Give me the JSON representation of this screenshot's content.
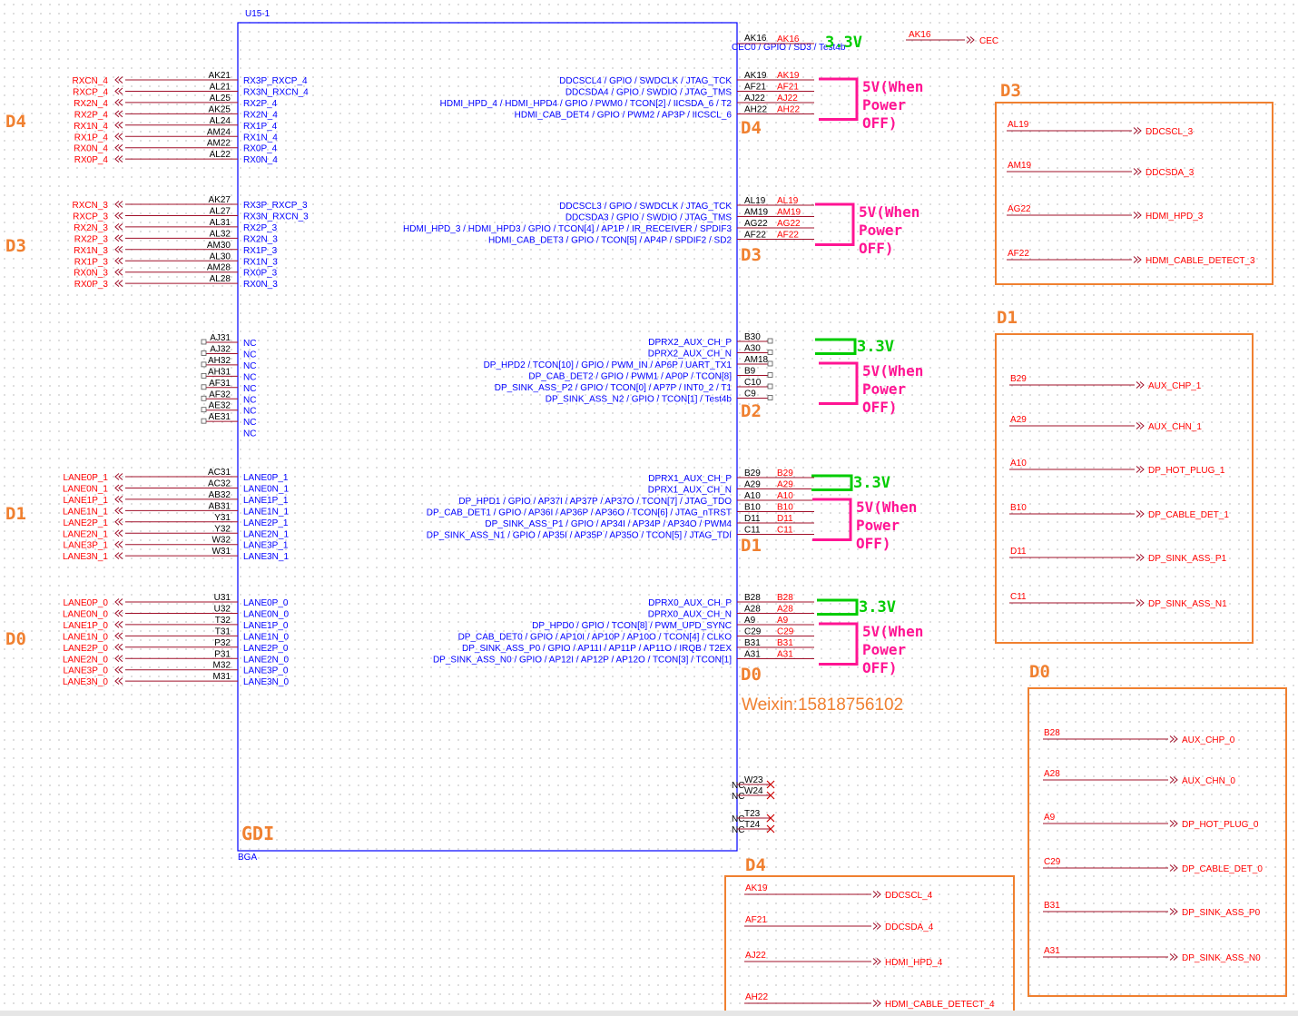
{
  "chip": {
    "designator": "U15-1",
    "package": "BGA",
    "manufacturer": "GDI",
    "watermark": "Weixin:15818756102"
  },
  "colors": {
    "wire": "#a0102a",
    "net": "#ff0000",
    "body": "#0000ff",
    "pin_name": "#0000ff",
    "section": "#f08030",
    "voltage_3v3": "#00cc00",
    "voltage_5v": "#ff1493",
    "port_text": "#ff0000",
    "nc_marker": "#cc0000"
  },
  "blocks": [
    {
      "section": "D4",
      "left_pins": [
        {
          "pin": "AK21",
          "name": "RX3P_RXCP_4",
          "net": "RXCN_4"
        },
        {
          "pin": "AL21",
          "name": "RX3N_RXCN_4",
          "net": "RXCP_4"
        },
        {
          "pin": "AL25",
          "name": "RX2P_4",
          "net": "RX2N_4"
        },
        {
          "pin": "AK25",
          "name": "RX2N_4",
          "net": "RX2P_4"
        },
        {
          "pin": "AL24",
          "name": "RX1P_4",
          "net": "RX1N_4"
        },
        {
          "pin": "AM24",
          "name": "RX1N_4",
          "net": "RX1P_4"
        },
        {
          "pin": "AM22",
          "name": "RX0P_4",
          "net": "RX0N_4"
        },
        {
          "pin": "AL22",
          "name": "RX0N_4",
          "net": "RX0P_4"
        }
      ],
      "right_pins": [
        {
          "pin": "AK19",
          "name": "DDCSCL4 / GPIO  / SWDCLK / JTAG_TCK",
          "net": "AK19"
        },
        {
          "pin": "AF21",
          "name": "DDCSDA4 / GPIO / SWDIO / JTAG_TMS",
          "net": "AF21"
        },
        {
          "pin": "AJ22",
          "name": "HDMI_HPD_4 / HDMI_HPD4 / GPIO / PWM0 / TCON[2] / IICSDA_6 / T2",
          "net": "AJ22"
        },
        {
          "pin": "AH22",
          "name": "HDMI_CAB_DET4 / GPIO / PWM2 / AP3P / IICSCL_6",
          "net": "AH22"
        }
      ],
      "v5_label": [
        "5V(When",
        "Power",
        "OFF)"
      ]
    },
    {
      "section": "D3",
      "left_pins": [
        {
          "pin": "AK27",
          "name": "RX3P_RXCP_3",
          "net": "RXCN_3"
        },
        {
          "pin": "AL27",
          "name": "RX3N_RXCN_3",
          "net": "RXCP_3"
        },
        {
          "pin": "AL31",
          "name": "RX2P_3",
          "net": "RX2N_3"
        },
        {
          "pin": "AL32",
          "name": "RX2N_3",
          "net": "RX2P_3"
        },
        {
          "pin": "AM30",
          "name": "RX1P_3",
          "net": "RX1N_3"
        },
        {
          "pin": "AL30",
          "name": "RX1N_3",
          "net": "RX1P_3"
        },
        {
          "pin": "AM28",
          "name": "RX0P_3",
          "net": "RX0N_3"
        },
        {
          "pin": "AL28",
          "name": "RX0N_3",
          "net": "RX0P_3"
        }
      ],
      "right_pins": [
        {
          "pin": "AL19",
          "name": "DDCSCL3 / GPIO  / SWDCLK / JTAG_TCK",
          "net": "AL19"
        },
        {
          "pin": "AM19",
          "name": "DDCSDA3 / GPIO / SWDIO / JTAG_TMS",
          "net": "AM19"
        },
        {
          "pin": "AG22",
          "name": "HDMI_HPD_3 / HDMI_HPD3 / GPIO / TCON[4] / AP1P / IR_RECEIVER / SPDIF3",
          "net": "AG22"
        },
        {
          "pin": "AF22",
          "name": "HDMI_CAB_DET3 / GPIO / TCON[5]  / AP4P / SPDIF2 / SD2",
          "net": "AF22"
        }
      ],
      "v5_label": [
        "5V(When",
        "Power",
        "OFF)"
      ]
    },
    {
      "section": "D2",
      "left_pins": [
        {
          "pin": "AJ31",
          "name": "NC"
        },
        {
          "pin": "AJ32",
          "name": "NC"
        },
        {
          "pin": "AH32",
          "name": "NC"
        },
        {
          "pin": "AH31",
          "name": "NC"
        },
        {
          "pin": "AF31",
          "name": "NC"
        },
        {
          "pin": "AF32",
          "name": "NC"
        },
        {
          "pin": "AE32",
          "name": "NC"
        },
        {
          "pin": "AE31",
          "name": "NC"
        }
      ],
      "extra_nc": "NC",
      "right_pins": [
        {
          "pin": "B30",
          "name": "DPRX2_AUX_CH_P",
          "net": ""
        },
        {
          "pin": "A30",
          "name": "DPRX2_AUX_CH_N",
          "net": ""
        },
        {
          "pin": "AM18",
          "name": "DP_HPD2 / TCON[10] / GPIO  / PWM_IN / AP6P  / UART_TX1",
          "net": ""
        },
        {
          "pin": "B9",
          "name": "DP_CAB_DET2 / GPIO / PWM1 / AP0P / TCON[8]",
          "net": ""
        },
        {
          "pin": "C10",
          "name": "DP_SINK_ASS_P2 / GPIO / TCON[0]   / AP7P / INT0_2 / T1",
          "net": ""
        },
        {
          "pin": "C9",
          "name": "DP_SINK_ASS_N2 / GPIO / TCON[1]  / Test4b",
          "net": ""
        }
      ],
      "v33_label": "3.3V",
      "v5_label": [
        "5V(When",
        "Power",
        "OFF)"
      ]
    },
    {
      "section": "D1",
      "left_pins": [
        {
          "pin": "AC31",
          "name": "LANE0P_1",
          "net": "LANE0P_1"
        },
        {
          "pin": "AC32",
          "name": "LANE0N_1",
          "net": "LANE0N_1"
        },
        {
          "pin": "AB32",
          "name": "LANE1P_1",
          "net": "LANE1P_1"
        },
        {
          "pin": "AB31",
          "name": "LANE1N_1",
          "net": "LANE1N_1"
        },
        {
          "pin": "Y31",
          "name": "LANE2P_1",
          "net": "LANE2P_1"
        },
        {
          "pin": "Y32",
          "name": "LANE2N_1",
          "net": "LANE2N_1"
        },
        {
          "pin": "W32",
          "name": "LANE3P_1",
          "net": "LANE3P_1"
        },
        {
          "pin": "W31",
          "name": "LANE3N_1",
          "net": "LANE3N_1"
        }
      ],
      "right_pins": [
        {
          "pin": "B29",
          "name": "DPRX1_AUX_CH_P",
          "net": "B29"
        },
        {
          "pin": "A29",
          "name": "DPRX1_AUX_CH_N",
          "net": "A29"
        },
        {
          "pin": "A10",
          "name": "DP_HPD1 / GPIO / AP37I / AP37P / AP37O / TCON[7] / JTAG_TDO",
          "net": "A10"
        },
        {
          "pin": "B10",
          "name": "DP_CAB_DET1 / GPIO / AP36I / AP36P / AP36O / TCON[6] / JTAG_nTRST",
          "net": "B10"
        },
        {
          "pin": "D11",
          "name": "DP_SINK_ASS_P1 / GPIO / AP34I / AP34P / AP34O / PWM4",
          "net": "D11"
        },
        {
          "pin": "C11",
          "name": "DP_SINK_ASS_N1 / GPIO / AP35I / AP35P / AP35O / TCON[5]  / JTAG_TDI",
          "net": "C11"
        }
      ],
      "v33_label": "3.3V",
      "v5_label": [
        "5V(When",
        "Power",
        "OFF)"
      ]
    },
    {
      "section": "D0",
      "left_pins": [
        {
          "pin": "U31",
          "name": "LANE0P_0",
          "net": "LANE0P_0"
        },
        {
          "pin": "U32",
          "name": "LANE0N_0",
          "net": "LANE0N_0"
        },
        {
          "pin": "T32",
          "name": "LANE1P_0",
          "net": "LANE1P_0"
        },
        {
          "pin": "T31",
          "name": "LANE1N_0",
          "net": "LANE1N_0"
        },
        {
          "pin": "P32",
          "name": "LANE2P_0",
          "net": "LANE2P_0"
        },
        {
          "pin": "P31",
          "name": "LANE2N_0",
          "net": "LANE2N_0"
        },
        {
          "pin": "M32",
          "name": "LANE3P_0",
          "net": "LANE3P_0"
        },
        {
          "pin": "M31",
          "name": "LANE3N_0",
          "net": "LANE3N_0"
        }
      ],
      "right_pins": [
        {
          "pin": "B28",
          "name": "DPRX0_AUX_CH_P",
          "net": "B28"
        },
        {
          "pin": "A28",
          "name": "DPRX0_AUX_CH_N",
          "net": "A28"
        },
        {
          "pin": "A9",
          "name": "DP_HPD0 / GPIO / TCON[8] / PWM_UPD_SYNC",
          "net": "A9"
        },
        {
          "pin": "C29",
          "name": "DP_CAB_DET0 / GPIO / AP10I / AP10P / AP10O / TCON[4] / CLKO",
          "net": "C29"
        },
        {
          "pin": "B31",
          "name": "DP_SINK_ASS_P0 / GPIO / AP11I / AP11P / AP11O  / IRQB / T2EX",
          "net": "B31"
        },
        {
          "pin": "A31",
          "name": "DP_SINK_ASS_N0 / GPIO / AP12I / AP12P / AP12O / TCON[3] / TCON[1]",
          "net": "A31"
        }
      ],
      "v33_label": "3.3V",
      "v5_label": [
        "5V(When",
        "Power",
        "OFF)"
      ]
    }
  ],
  "top_pin": {
    "pin": "AK16",
    "name": "CEC0 / GPIO / SD3  / Test4b",
    "net": "AK16",
    "v33_label": "3.3V",
    "port_net": "AK16",
    "port_label": "CEC"
  },
  "nc_bottom": [
    {
      "pin": "W23",
      "name": "NC"
    },
    {
      "pin": "W24",
      "name": "NC"
    },
    {
      "pin": "T23",
      "name": "NC"
    },
    {
      "pin": "T24",
      "name": "NC"
    }
  ],
  "port_boxes": [
    {
      "title": "D3",
      "ports": [
        {
          "net": "AL19",
          "label": "DDCSCL_3"
        },
        {
          "net": "AM19",
          "label": "DDCSDA_3"
        },
        {
          "net": "AG22",
          "label": "HDMI_HPD_3"
        },
        {
          "net": "AF22",
          "label": "HDMI_CABLE_DETECT_3"
        }
      ]
    },
    {
      "title": "D1",
      "ports": [
        {
          "net": "B29",
          "label": "AUX_CHP_1"
        },
        {
          "net": "A29",
          "label": "AUX_CHN_1"
        },
        {
          "net": "A10",
          "label": "DP_HOT_PLUG_1"
        },
        {
          "net": "B10",
          "label": "DP_CABLE_DET_1"
        },
        {
          "net": "D11",
          "label": "DP_SINK_ASS_P1"
        },
        {
          "net": "C11",
          "label": "DP_SINK_ASS_N1"
        }
      ]
    },
    {
      "title": "D0",
      "ports": [
        {
          "net": "B28",
          "label": "AUX_CHP_0"
        },
        {
          "net": "A28",
          "label": "AUX_CHN_0"
        },
        {
          "net": "A9",
          "label": "DP_HOT_PLUG_0"
        },
        {
          "net": "C29",
          "label": "DP_CABLE_DET_0"
        },
        {
          "net": "B31",
          "label": "DP_SINK_ASS_P0"
        },
        {
          "net": "A31",
          "label": "DP_SINK_ASS_N0"
        }
      ]
    },
    {
      "title": "D4",
      "ports": [
        {
          "net": "AK19",
          "label": "DDCSCL_4"
        },
        {
          "net": "AF21",
          "label": "DDCSDA_4"
        },
        {
          "net": "AJ22",
          "label": "HDMI_HPD_4"
        },
        {
          "net": "AH22",
          "label": "HDMI_CABLE_DETECT_4"
        }
      ]
    }
  ]
}
